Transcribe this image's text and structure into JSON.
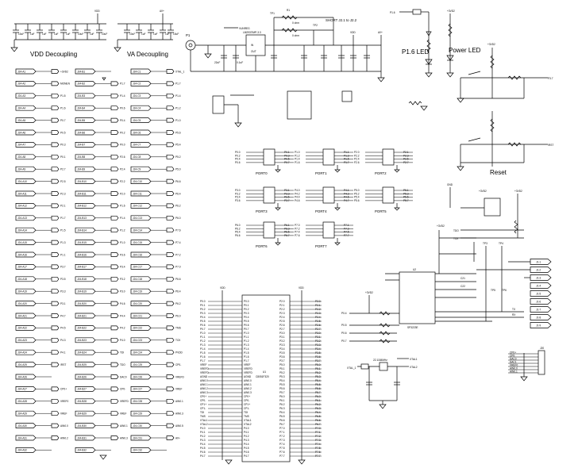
{
  "decoupling": {
    "vdd_title": "VDD Decoupling",
    "va_title": "VA Decoupling",
    "vdd_net": "VDD",
    "va_net": "AV+"
  },
  "header_tags": {
    "col1": [
      "J24-A1",
      "J24-A2",
      "J24-A3",
      "J24-A4",
      "J24-A5",
      "J24-A6",
      "J24-A7",
      "J24-A8",
      "J24-A9",
      "J24-A10",
      "J24-A11",
      "J24-A12",
      "J24-A13",
      "J24-A14",
      "J24-A15",
      "J24-A16",
      "J24-A17",
      "J24-A18",
      "J24-A19",
      "J24-A20",
      "J24-A21",
      "J24-A22",
      "J24-A23",
      "J24-A24",
      "J24-A25",
      "J24-A26",
      "J24-A27",
      "J24-A28",
      "J24-A29",
      "J24-A30",
      "J24-A31",
      "J24-A32"
    ],
    "col1_nets": [
      "+3VD2",
      "MONEN",
      "P1.5",
      "P1.6",
      "P0.7",
      "P0.5",
      "P0.3",
      "P0.1",
      "P2.7",
      "P2.5",
      "P2.3",
      "P2.1",
      "P1.7",
      "P1.5",
      "P1.3",
      "P1.1",
      "P3.7",
      "P3.5",
      "P3.3",
      "P3.1",
      "P4.7",
      "P4.5",
      "P4.3",
      "P4.1",
      "/RST",
      "",
      "CP0+",
      "VREF0",
      "VREF",
      "AIN0.0",
      "AIN0.2",
      ""
    ],
    "col2": [
      "J24-B1",
      "J24-B2",
      "J24-B3",
      "J24-B4",
      "J24-B5",
      "J24-B6",
      "J24-B7",
      "J24-B8",
      "J24-B9",
      "J24-B10",
      "J24-B11",
      "J24-B12",
      "J24-B13",
      "J24-B14",
      "J24-B15",
      "J24-B16",
      "J24-B17",
      "J24-B18",
      "J24-B19",
      "J24-B20",
      "J24-B21",
      "J24-B22",
      "J24-B23",
      "J24-B24",
      "J24-B25",
      "J24-B26",
      "J24-B27",
      "J24-B28",
      "J24-B29",
      "J24-B30",
      "J24-B31",
      "J24-B32"
    ],
    "col2_nets": [
      "",
      "P1.7",
      "P1.4",
      "P0.6",
      "P0.4",
      "P0.2",
      "P0.0",
      "P2.6",
      "P2.4",
      "P2.2",
      "P2.0",
      "P1.6",
      "P1.4",
      "P1.2",
      "P1.0",
      "P3.6",
      "P3.4",
      "P3.2",
      "P3.0",
      "P4.6",
      "P4.4",
      "P4.2",
      "P4.0",
      "TDI",
      "TDO",
      "DAC0",
      "CP0-",
      "VREFD",
      "VREF",
      "AIN0.1",
      "AIN0.3",
      ""
    ],
    "col3": [
      "J24-C1",
      "J24-C2",
      "J24-C3",
      "J24-C4",
      "J24-C5",
      "J24-C6",
      "J24-C7",
      "J24-C8",
      "J24-C9",
      "J24-C10",
      "J24-C11",
      "J24-C12",
      "J24-C13",
      "J24-C14",
      "J24-C15",
      "J24-C16",
      "J24-C17",
      "J24-C18",
      "J24-C19",
      "J24-C20",
      "J24-C21",
      "J24-C22",
      "J24-C23",
      "J24-C24",
      "J24-C25",
      "J24-C26",
      "J24-C27",
      "J24-C28",
      "J24-C29",
      "J24-C30",
      "J24-C31",
      "J24-C32"
    ],
    "col3_nets": [
      "XTAL_1",
      "P1.7",
      "P1.4",
      "P1.2",
      "P1.0",
      "P5.6",
      "P5.4",
      "P5.2",
      "P5.0",
      "P6.6",
      "P6.4",
      "P6.2",
      "P6.0",
      "P7.6",
      "P7.4",
      "P7.2",
      "P7.0",
      "P6.6",
      "P6.4",
      "P6.2",
      "P6.0",
      "TMS",
      "TCK",
      "PVDD",
      "CP0-",
      "VREFD",
      "VREF",
      "AIN0.1",
      "AIN0.3",
      "AIN0.5",
      "AV+",
      ""
    ]
  },
  "regulator": {
    "connector": "P1",
    "part": "LM2937IMP-3.3",
    "net_vunreg": "VUNREG",
    "short_note": "SHORT J2.1 to J2.2",
    "out_net": "VDD",
    "out_net2": "AV+"
  },
  "leds": {
    "p16_title": "P1.6 LED",
    "power_title": "Power LED",
    "p16_net": "P1.6",
    "power_net": "+3VD2"
  },
  "switches": {
    "sw_net": "+3VD2",
    "out_net": "P3.7",
    "reset_title": "Reset",
    "reset_net": "/RST"
  },
  "ports": {
    "labels": [
      "PORT0",
      "PORT1",
      "PORT2",
      "PORT3",
      "PORT4",
      "PORT5",
      "PORT6",
      "PORT7"
    ]
  },
  "mcu": {
    "ref": "U1",
    "part": "C8051F320",
    "vdd_label": "VDD",
    "left_pins": [
      "P0.0",
      "P0.1",
      "P0.2",
      "P0.3",
      "P0.4",
      "P0.5",
      "P0.6",
      "P0.7",
      "P1.0",
      "P1.1",
      "P1.2",
      "P1.3",
      "P1.4",
      "P1.5",
      "P1.6",
      "P1.7",
      "VREF",
      "VREFD",
      "VREFD",
      "AGND",
      "AIN0.0",
      "AIN0.1",
      "AIN0.2",
      "AIN0.3",
      "CP0+",
      "CP0-",
      "CP1+",
      "CP1-",
      "TDI",
      "TMS",
      "XTAL1",
      "XTAL2",
      "P4.0",
      "P4.1",
      "P4.2",
      "P4.3",
      "P4.4",
      "P4.5",
      "P4.6",
      "P4.7"
    ],
    "right_pins": [
      "P2.0",
      "P2.1",
      "P2.2",
      "P2.3",
      "P2.4",
      "P2.5",
      "P2.6",
      "P2.7",
      "P3.0",
      "P3.1",
      "P3.2",
      "P3.3",
      "P3.4",
      "P3.5",
      "P3.6",
      "P3.7",
      "P5.0",
      "P5.1",
      "P5.2",
      "P5.3",
      "P5.4",
      "P5.5",
      "P5.6",
      "P5.7",
      "P6.0",
      "P6.1",
      "P6.2",
      "P6.3",
      "P6.4",
      "P6.5",
      "P6.6",
      "P6.7",
      "P7.0",
      "P7.1",
      "P7.2",
      "P7.3",
      "P7.4",
      "P7.5",
      "P7.6",
      "P7.7"
    ]
  },
  "serial": {
    "ref": "U2",
    "part": "SP3223E",
    "tx_net": "TX",
    "rx_net": "RX",
    "jtag": [
      "J1-1",
      "J1-2",
      "J1-3",
      "J1-4",
      "J1-5",
      "J1-6",
      "J1-7",
      "J1-8",
      "J1-9"
    ],
    "xtal_net": "XTAL_1",
    "crystal": "22.1184MHz",
    "xtal1": "XTAL1",
    "xtal2": "XTAL2",
    "p_nets": [
      "P0.4",
      "P0.5",
      "P0.6",
      "P0.7"
    ]
  },
  "right_conn": {
    "ref": "J20",
    "pins": [
      "CP0+",
      "CP0-",
      "DAC0",
      "DAC1",
      "VREF0",
      "AIN0.0",
      "AIN0.1"
    ]
  }
}
